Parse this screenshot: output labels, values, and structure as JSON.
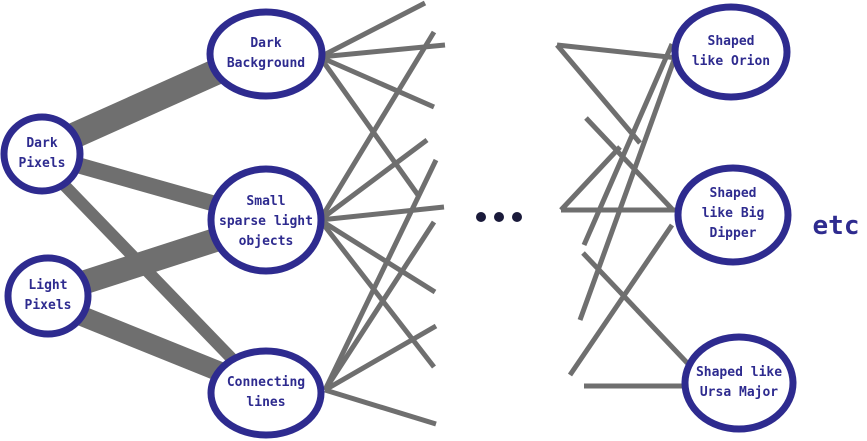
{
  "diagram": {
    "nodes": {
      "dark_pixels": {
        "lines": [
          "Dark",
          "Pixels"
        ]
      },
      "light_pixels": {
        "lines": [
          "Light",
          "Pixels"
        ]
      },
      "dark_background": {
        "lines": [
          "Dark",
          "Background"
        ]
      },
      "small_sparse": {
        "lines": [
          "Small",
          "sparse light",
          "objects"
        ]
      },
      "connecting_lines": {
        "lines": [
          "Connecting",
          "lines"
        ]
      },
      "orion": {
        "lines": [
          "Shaped",
          "like Orion"
        ]
      },
      "big_dipper": {
        "lines": [
          "Shaped",
          "like Big",
          "Dipper"
        ]
      },
      "ursa_major": {
        "lines": [
          "Shaped like",
          "Ursa Major"
        ]
      }
    },
    "etc_label": "etc",
    "colors": {
      "node_stroke": "#2e2b8f",
      "node_text": "#2e2b8f",
      "edge": "#6f6f6f"
    }
  }
}
